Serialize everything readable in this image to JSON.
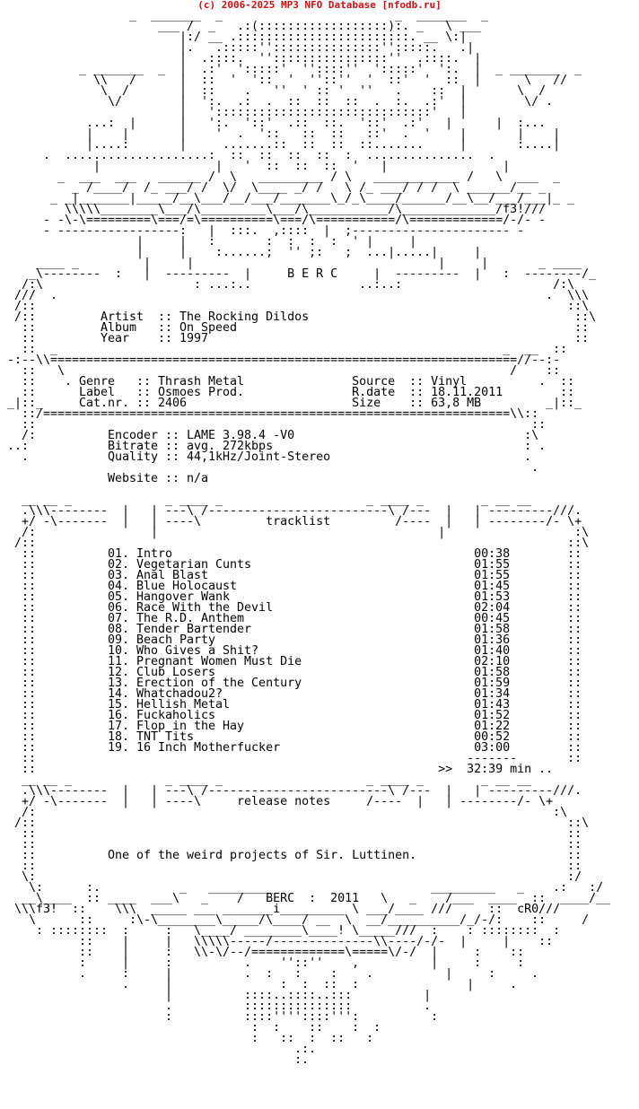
{
  "header": {
    "title": "(c) 2006-2025 MP3 NFO Database [nfodb.ru]",
    "link_color": "#cc1010"
  },
  "nfo": {
    "lines": [
      "                  _  _______  _                        _  _______  _",
      "                      ___ /  _   .:(::::::::::::::::::):. _   \\ ___",
      "                         |:/ __ .::::::::::::::::::::::::. __ \\:|",
      "                         |.   .:::::'':::::::::::::::'':::::.   .|",
      "                         |  .::::.  ''::::::::::::::::''  .::::.  |",
      "           _ _______  _  |  .:'  ':::::'  ''::::''  ':::::'  ':.  |  _ _______  _",
      "             \\\\   /      |  ::  '  '::  '  ''::''  '  ::'  '  ::  |      \\   //",
      "              \\  /       |  ::    .   ''  ' :: '  ''   .    ::  |       \\  /",
      "               \\/        |  ':.  .:  .  ::  ::  ::  .  :.  .:'  |        \\/ .",
      "                         |   '::::::::::::::::::::::::::::::'   |",
      "            ...:  |      |   ':.  '::'  .::  ::.  '::'  .:'   |      |  :...",
      "            |    |       |    '  .  '::   ::  ::   ::'  .  '    |       |    |",
      "            |....:       |     .......::  ::  ::  ::.......     |       :....|",
      "      .  ....................:  ::  ::  ::  ::  :  ...............  .",
      "             |                |   '  ::  ::  ::  '   |                |",
      "        _  ___  ___   ______ /  \\   _________ / \\   ____________ /   \\  ___  _",
      "          _ /____/  /_ ___/ /  \\/  \\____ _/ /   \\ /_ ___/ / /  \\ ______/__ _",
      "       _ _|_______|_____/__\\___/__/___/_______\\_/_\\____/______/__\\__/___/___|_ _",
      "         \\\\\\\\\\________\\___/\\_________\\___/\\___________/\\_____________/f3!///",
      "      - -\\-\\=========\\===/=\\==========\\===/\\===========/\\=============/-/- -",
      "      - -----------------:   |  :::.  ,::::  |  ;---------------------- -",
      "                   |     |   :       :  :  :  :  ' |     |",
      "                   |     |    :......;  '' ;:   ;  ...|.....|     |",
      "     ____ _         |     |                                  |     |       _ ____",
      "    _\\--------  :   |  ---------  |     B E R C     |  ---------  |   :  --------/_",
      "   /:\\                     : ...:..               ..:..:                     /:\\",
      "  ///  .                                                                    .  \\\\\\",
      "  /::                                                                          ::\\",
      "  /::         Artist  :: The Rocking Dildos                                     ::\\",
      "   ::         Album   :: On Speed                                               ::",
      "   ::         Year    :: 1997                                                   ::",
      "   ::  _                                                              _  __  ::",
      " -:--\\\\=================================================================//--:-",
      "   ::   \\                                                              /    ::",
      "   ::    . Genre   :: Thrash Metal               Source  :: Vinyl          .  ::",
      "   ::      Label   :: Osmoes Prod.               R.date  :: 18.11.2011        ::",
      " _|::_     Cat.nr. :: 2406                       Size    :: 63,8 MB         _|::_",
      "   ::/=================================================================\\\\::",
      "   ::                                                                     ::",
      "   /:          Encoder :: LAME 3.98.4 -V0                                :\\",
      " ..:           Bitrate :: avg. 272kbps                                   : .",
      "   .           Quality :: 44,1kHz/Joint-Stereo                           .",
      "                                                                          .",
      "               Website :: n/a",
      "",
      "   __ __ _             _ ____ _                    _ ____ _        _ __ __",
      "   .\\\\\\--------  |   | ---\\ /-------------------------\\ /---  |   | ---------///.",
      "   +/ -\\-------  |   | ----\\         tracklist         /----  |   | --------/- \\+",
      "   /:                |                                       |                  :\\",
      "  /::                                                                          ::\\",
      "   ::          01. Intro                                          00:38        ::",
      "   ::          02. Vegetarian Cunts                               01:55        ::",
      "   ::          03. Anal Blast                                     01:55        ::",
      "   ::          04. Blue Holocaust                                 01:45        ::",
      "   ::          05. Hangover Wank                                  01:53        ::",
      "   ::          06. Race With the Devil                            02:04        ::",
      "   ::          07. The R.D. Anthem                                00:45        ::",
      "   ::          08. Tender Bartender                               01:58        ::",
      "   ::          09. Beach Party                                    01:36        ::",
      "   ::          10. Who Gives a Shit?                              01:40        ::",
      "   ::          11. Pregnant Women Must Die                        02:10        ::",
      "   ::          12. Club Losers                                    01:58        ::",
      "   ::          13. Erection of the Century                        01:59        ::",
      "   ::          14. Whatchadou2?                                   01:34        ::",
      "   ::          15. Hellish Metal                                  01:43        ::",
      "   ::          16. Fuckaholics                                    01:52        ::",
      "   ::          17. Flop in the Hay                                01:22        ::",
      "   ::          18. TNT Tits                                       00:52        ::",
      "   ::          19. 16 Inch Motherfucker                           03:00        ::",
      "   ::                                                            -------       ::",
      "   ::                                                        >>  32:39 min ..",
      "   __ __ _             _ ____ _                    _ ____ _        _ __ __",
      "   .\\\\\\--------  |   | ---\\ /-------------------------\\ /---  |   | ---------///.",
      "   +/ -\\-------  |   | ----\\     release notes     /----  |   | --------/- \\+",
      "   /:                                                                        :\\",
      "  /::                                                                          ::\\",
      "   ::                                                                          ::",
      "   ::                                                                          ::",
      "   ::          One of the weird projects of Sir. Luttinen.                     ::",
      "   ::                                                                          ::",
      "   \\:                                                                          :/",
      "    \\:      :.           _   _________                      _________   _    .:   :/",
      "   __\\____  :: ____  ___\\   _    /   BERC  :  2011   \\   _    /___  ____  ::  ____/__",
      "  \\\\\\f3!  ::    \\\\\\  _____ ___ _______i_________ \\ ___/____ ///     ::  cR0///",
      "    \\      ::     :\\-\\________\\_____/\\____/ __  \\  __/__________/_/-/:    ::     /",
      "     : ::::::::  :     :   \\____/ ________\\____! \\_____///  :    : ::::::::  :",
      "           ::    |     |   \\\\\\\\\\-----/--------------\\\\----/-/-  |     |    ::",
      "           ::    |     :   \\\\-\\/--/=============\\=====\\/-/  |     :    ::",
      "           :     |     :          .    ''::''    ,          |     :     :",
      "           .     :     |          .  :   :    :    .          |     :     .",
      "                 .     |               :  :  ::  :               |     .",
      "                       |          ::::..::::..:::          |",
      "                       .          :::::::::::::::          .",
      "                       :          ::::''''::::''':          :",
      "                                   :  :    ::    :  :",
      "                                   :   ::  :  ::   :",
      "                                         .:.",
      "                                         :."
    ]
  }
}
